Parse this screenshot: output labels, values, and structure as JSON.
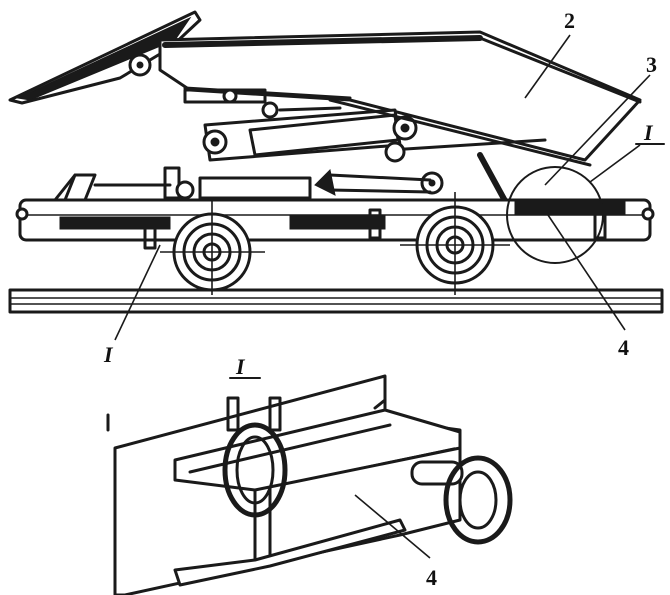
{
  "figure": {
    "labels": {
      "part_2": "2",
      "part_3": "3",
      "part_4_main": "4",
      "detail_ref_right": "I",
      "detail_ref_bottom": "I",
      "detail_title": "I",
      "part_4_detail": "4"
    }
  }
}
